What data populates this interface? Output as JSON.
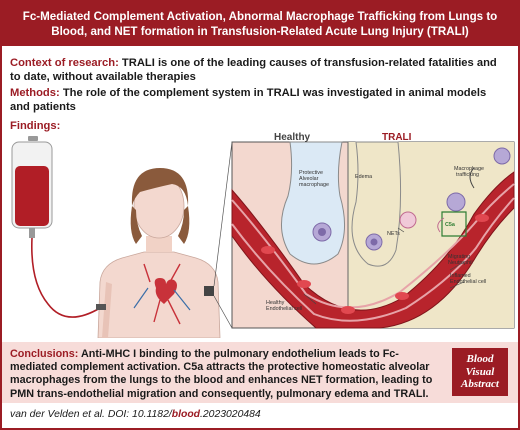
{
  "title": "Fc-Mediated Complement Activation, Abnormal Macrophage Trafficking from Lungs to Blood, and NET formation in Transfusion-Related Acute Lung Injury (TRALI)",
  "context": {
    "label": "Context of research:",
    "text": "TRALI is one of the leading causes of transfusion-related fatalities and to date, without available therapies"
  },
  "methods": {
    "label": "Methods:",
    "text": "The role of the complement system in TRALI was investigated in animal models and patients"
  },
  "findings": {
    "label": "Findings:"
  },
  "illustration": {
    "healthy_label": "Healthy",
    "trali_label": "TRALI",
    "protective_macrophage": [
      "Protective",
      "Alveolar",
      "macrophage"
    ],
    "edema": "Edema",
    "macrophage_trafficking": [
      "Macrophage",
      "trafficking"
    ],
    "c5a": "C5a",
    "nets": "NETs",
    "migrating_neutrophil": [
      "Migrating",
      "Neutrophil"
    ],
    "inflamed_endothelial": [
      "Inflamed",
      "Endothelial cell"
    ],
    "healthy_endothelial": [
      "Healthy",
      "Endothelial cell"
    ]
  },
  "conclusions": {
    "label": "Conclusions:",
    "text": "Anti-MHC I binding to the pulmonary endothelium leads to Fc-mediated complement activation. C5a attracts the protective homeostatic alveolar macrophages from the lungs to the blood and enhances NET formation, leading to PMN trans-endothelial migration and consequently, pulmonary edema and TRALI."
  },
  "badge": [
    "Blood",
    "Visual",
    "Abstract"
  ],
  "citation": {
    "prefix": "van der Velden et al. DOI: 10.1182/",
    "journal": "blood",
    "suffix": ".2023020484"
  },
  "colors": {
    "brand": "#9b1c24",
    "conclusion_bg": "#f7dcd9",
    "vessel": "#b8242c",
    "alveolus": "#dbe9f5",
    "edema": "#efe6c8"
  }
}
